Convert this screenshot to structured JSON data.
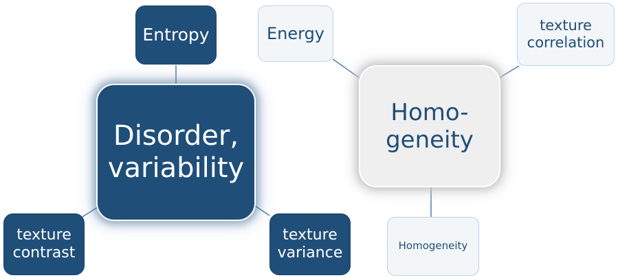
{
  "colors": {
    "dark_fill": "#1f4e79",
    "light_fill": "#f3f6f9",
    "hub_light_fill": "#efefef",
    "light_border": "#b7d3e6",
    "connector": "#4a7fae"
  },
  "left_cluster": {
    "hub": "Disorder,\nvariability",
    "entropy": "Entropy",
    "texture_contrast": "texture\ncontrast",
    "texture_variance": "texture\nvariance"
  },
  "right_cluster": {
    "hub": "Homo-\ngeneity",
    "energy": "Energy",
    "texture_correlation": "texture\ncorrelation",
    "homogeneity": "Homogeneity"
  }
}
